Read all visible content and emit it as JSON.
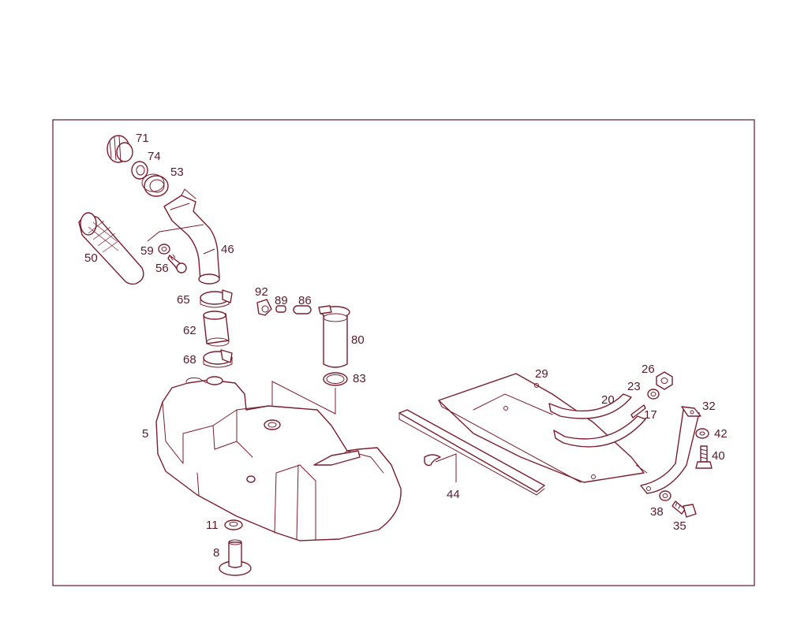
{
  "diagram": {
    "accent_color": "#7a1e2e",
    "labels": {
      "p71": "71",
      "p74": "74",
      "p53": "53",
      "p50": "50",
      "p59": "59",
      "p56": "56",
      "p46": "46",
      "p65": "65",
      "p62": "62",
      "p68": "68",
      "p92": "92",
      "p89": "89",
      "p86": "86",
      "p80": "80",
      "p83": "83",
      "p5": "5",
      "p11": "11",
      "p8": "8",
      "p29": "29",
      "p26": "26",
      "p23": "23",
      "p20": "20",
      "p17": "17",
      "p32": "32",
      "p42": "42",
      "p40": "40",
      "p44": "44",
      "p38": "38",
      "p35": "35"
    }
  }
}
